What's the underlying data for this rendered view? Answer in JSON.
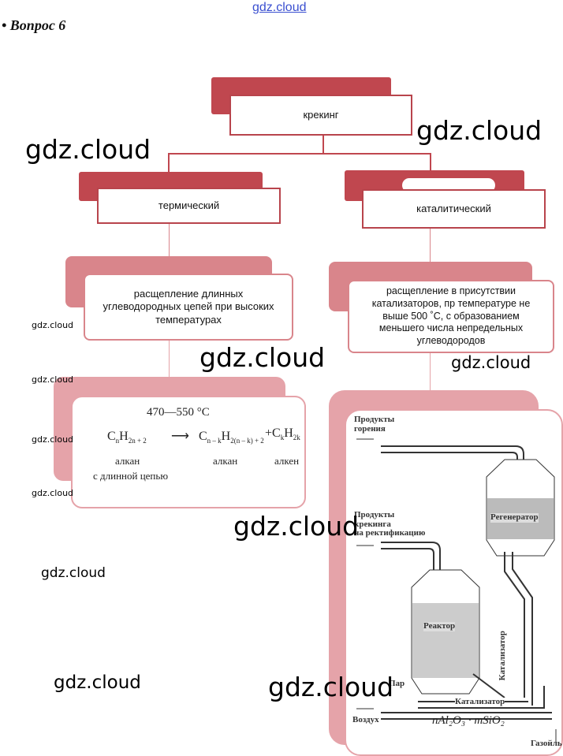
{
  "header": {
    "site_link": "gdz.cloud",
    "question_title": "• Вопрос 6"
  },
  "scheme": {
    "root": "крекинг",
    "thermal": {
      "title": "термический",
      "description": "расщепление длинных углеводородных цепей при высоких температурах",
      "reaction": {
        "temperature": "470—550 °C",
        "reactant": {
          "c": "C",
          "c_sub": "n",
          "h": "H",
          "h_sub": "2n + 2",
          "label": "алкан",
          "label2": "с длинной цепью"
        },
        "arrow": "⟶",
        "product1": {
          "c": "C",
          "c_sub": "n – k",
          "h": "H",
          "h_sub": "2(n – k) + 2",
          "label": "алкан"
        },
        "plus": "+",
        "product2": {
          "c": "C",
          "c_sub": "k",
          "h": "H",
          "h_sub": "2k",
          "label": "алкен"
        }
      }
    },
    "catalytic": {
      "title": "каталитический",
      "description": "расщепление в присутствии катализаторов, пр температуре не выше 500 ˚С, с образованием меньшего числа  непредельных углеводородов",
      "installation": {
        "combustion_products_1": "Продукты",
        "combustion_products_2": "горения",
        "cracking_products_1": "Продукты",
        "cracking_products_2": "крекинга",
        "cracking_products_3": "на ректификацию",
        "regenerator": "Регенератор",
        "reactor": "Реактор",
        "catalyst_vertical": "Катализатор",
        "steam": "Пар",
        "catalyst": "Катализатор",
        "air": "Воздух",
        "formula": "nAl₂O₃ · mSiO₂",
        "gasoil": "Газойль"
      }
    }
  },
  "watermarks": [
    "gdz.cloud",
    "gdz.cloud",
    "gdz.cloud",
    "gdz.cloud",
    "gdz.cloud",
    "gdz.cloud",
    "gdz.cloud",
    "gdz.cloud",
    "gdz.cloud",
    "gdz.cloud",
    "gdz.cloud",
    "gdz.cloud",
    "gdz.cloud"
  ],
  "colors": {
    "dark_red": "#c0474f",
    "mid_pink": "#d9858b",
    "light_pink": "#e5a3a9",
    "link_blue": "#3a4fd0"
  }
}
